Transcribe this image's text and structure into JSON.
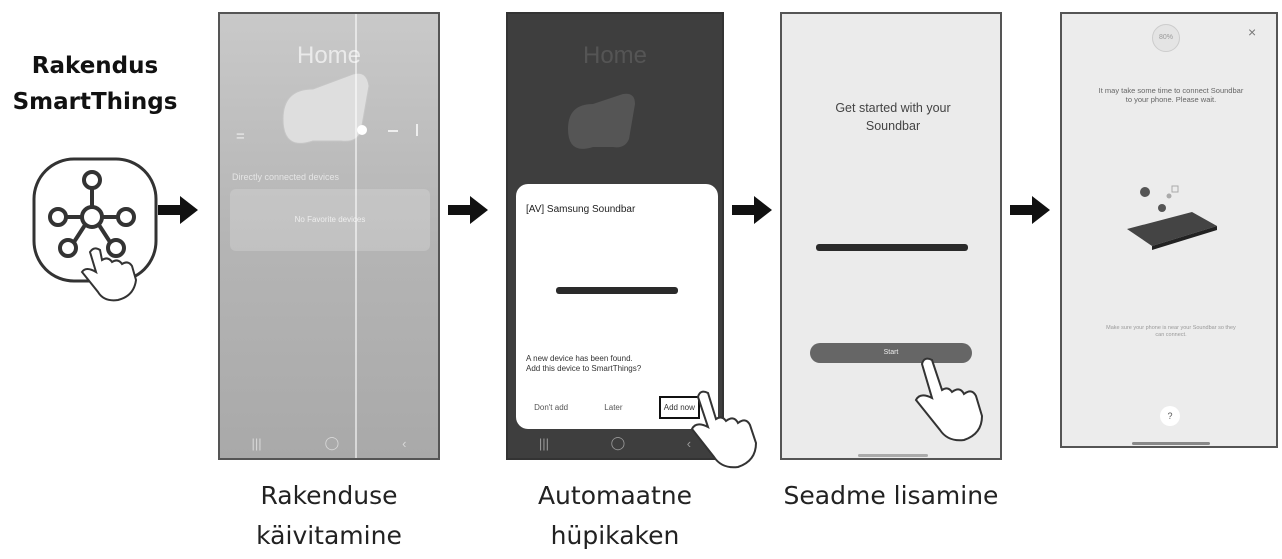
{
  "app": {
    "title_line1": "Rakendus",
    "title_line2": "SmartThings",
    "icon": "smartthings-icon"
  },
  "screens": {
    "home": {
      "title": "Home",
      "menu_icon": "=",
      "section_label": "Directly connected devices",
      "empty_label": "No Favorite devices",
      "nav": [
        "|||",
        "◯",
        "‹"
      ]
    },
    "popup": {
      "dialog_title": "[AV] Samsung Soundbar",
      "message_line1": "A new device has been found.",
      "message_line2": "Add this device to SmartThings?",
      "dont_add": "Don't add",
      "later": "Later",
      "add_now": "Add now",
      "nav": [
        "|||",
        "◯",
        "‹"
      ]
    },
    "add_device": {
      "heading_line1": "Get started with your",
      "heading_line2": "Soundbar",
      "start": "Start"
    },
    "connecting": {
      "top_icon": "80%",
      "close": "×",
      "wait_line1": "It may take some time to connect Soundbar",
      "wait_line2": "to your phone. Please wait.",
      "hint_line1": "Make sure your phone is near your Soundbar so they",
      "hint_line2": "can connect.",
      "help": "?"
    }
  },
  "captions": {
    "step1_line1": "Rakenduse",
    "step1_line2": "käivitamine",
    "step2_line1": "Automaatne",
    "step2_line2": "hüpikaken",
    "step3": "Seadme lisamine"
  },
  "colors": {
    "arrow": "#111111",
    "popup_background": "#3e3e3e",
    "start_button": "#666666"
  }
}
